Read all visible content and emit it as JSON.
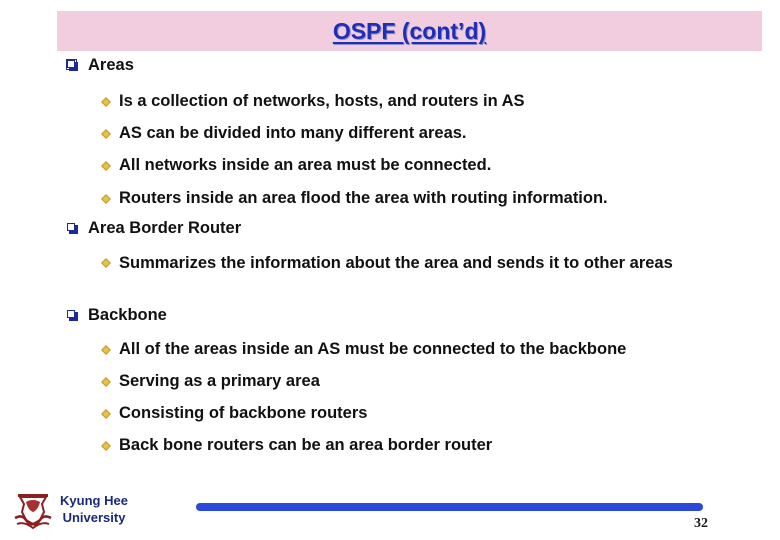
{
  "title": "OSPF (cont’d)",
  "sections": [
    {
      "heading": "Areas",
      "items": [
        "Is a collection of networks, hosts, and routers in AS",
        "AS can be divided into many different areas.",
        "All networks inside an area must be connected.",
        "Routers inside an area flood the area with routing information."
      ]
    },
    {
      "heading": "Area Border Router",
      "items": [
        "Summarizes the information about the area and sends it to other areas"
      ]
    },
    {
      "heading": "Backbone",
      "items": [
        "All of the areas inside an AS must be connected to the backbone",
        "Serving as a primary area",
        "Consisting of backbone routers",
        "Back bone routers can be an area border router"
      ]
    }
  ],
  "footer": {
    "university_line1": "Kyung Hee",
    "university_line2": "University",
    "page_number": "32",
    "logo_icon": "kyung-hee-seal-icon"
  },
  "colors": {
    "title_bg": "#f2cde0",
    "title_text": "#1f2fb5",
    "bullet_l1": "#1a2a9a",
    "bullet_l2": "#c99a1e",
    "bar": "#2a49d8"
  }
}
